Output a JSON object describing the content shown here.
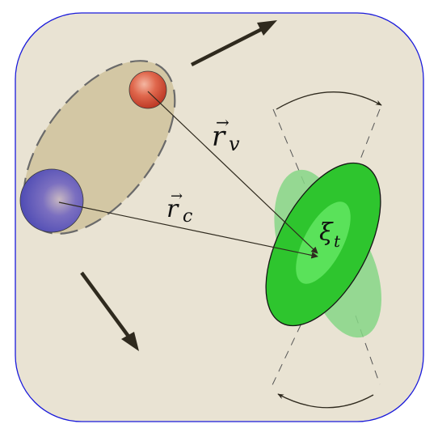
{
  "labels": {
    "rv": {
      "base": "r",
      "vec": "→",
      "sub": "v"
    },
    "rc": {
      "base": "r",
      "vec": "→",
      "sub": "c"
    },
    "xi": {
      "base": "ξ",
      "sub": "t"
    }
  },
  "colors": {
    "background": "#e9e3d3",
    "border": "#1a1adb",
    "dimer_shell": "#d3c7a4",
    "red_sphere": "#d24a30",
    "blue_sphere": "#4a4ab8",
    "green_ellipse": "#2ec52e",
    "green_ghost": "#86d686",
    "arrow": "#2f2a1e"
  }
}
